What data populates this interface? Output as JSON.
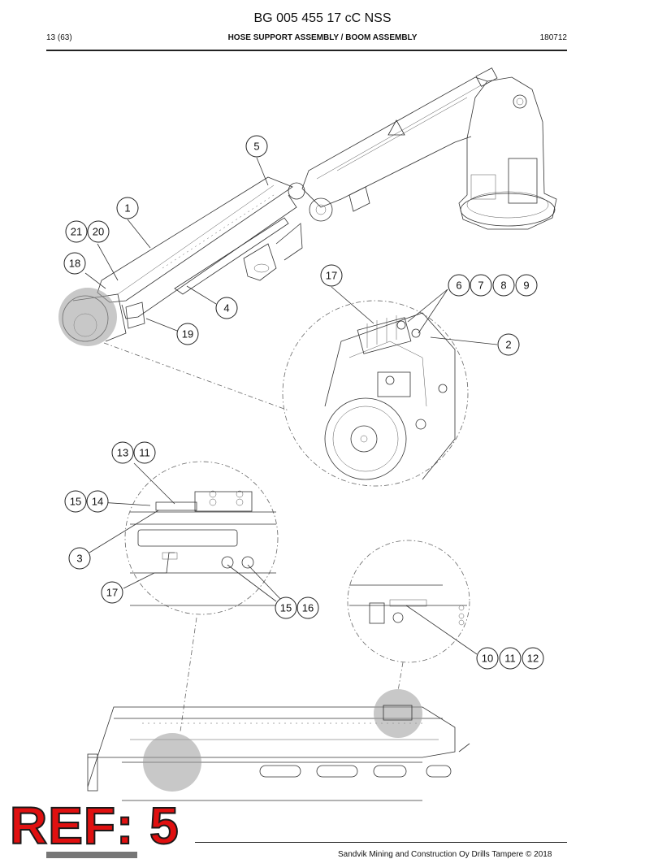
{
  "header": {
    "doc_id": "BG 005 455 17 cC NSS",
    "page": "13 (63)",
    "section_title": "HOSE SUPPORT ASSEMBLY / BOOM ASSEMBLY",
    "date_code": "180712"
  },
  "callouts": [
    {
      "label": "5"
    },
    {
      "label": "1"
    },
    {
      "label": "21"
    },
    {
      "label": "20"
    },
    {
      "label": "18"
    },
    {
      "label": "17"
    },
    {
      "label": "6"
    },
    {
      "label": "7"
    },
    {
      "label": "8"
    },
    {
      "label": "9"
    },
    {
      "label": "4"
    },
    {
      "label": "19"
    },
    {
      "label": "2"
    },
    {
      "label": "13"
    },
    {
      "label": "11"
    },
    {
      "label": "15"
    },
    {
      "label": "14"
    },
    {
      "label": "3"
    },
    {
      "label": "17"
    },
    {
      "label": "15"
    },
    {
      "label": "16"
    },
    {
      "label": "10"
    },
    {
      "label": "11"
    },
    {
      "label": "12"
    }
  ],
  "overlay": {
    "ref_text": "REF: 5"
  },
  "footer": {
    "copyright": "Sandvik Mining and Construction Oy Drills Tampere © 2018"
  }
}
